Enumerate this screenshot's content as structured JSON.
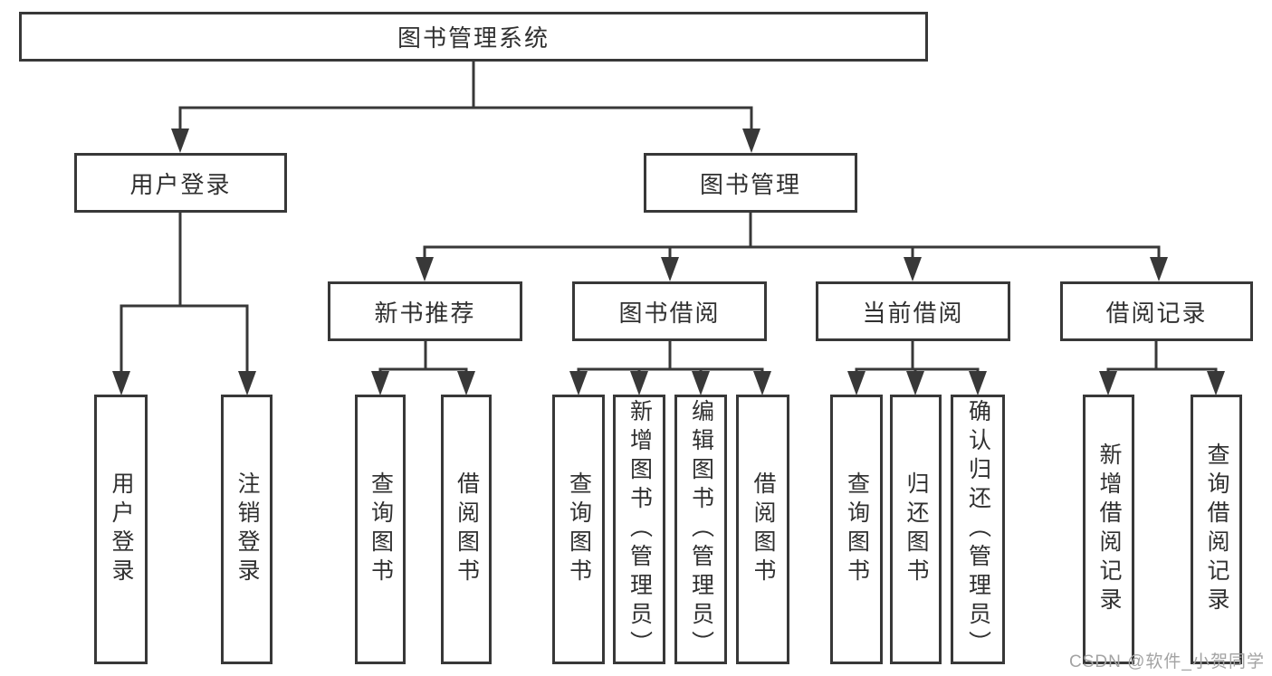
{
  "tree": {
    "root": "图书管理系统",
    "user_login": {
      "label": "用户登录",
      "children": [
        "用户登录",
        "注销登录"
      ]
    },
    "book_mgmt": {
      "label": "图书管理",
      "children": [
        {
          "label": "新书推荐",
          "children": [
            "查询图书",
            "借阅图书"
          ]
        },
        {
          "label": "图书借阅",
          "children": [
            "查询图书",
            "新增图书（管理员）",
            "编辑图书（管理员）",
            "借阅图书"
          ]
        },
        {
          "label": "当前借阅",
          "children": [
            "查询图书",
            "归还图书",
            "确认归还（管理员）"
          ]
        },
        {
          "label": "借阅记录",
          "children": [
            "新增借阅记录",
            "查询借阅记录"
          ]
        }
      ]
    }
  },
  "watermark": "CSDN @软件_小贺同学",
  "colors": {
    "line": "#383838",
    "text": "#303030",
    "watermark": "#a3a3a3",
    "background": "#ffffff"
  }
}
